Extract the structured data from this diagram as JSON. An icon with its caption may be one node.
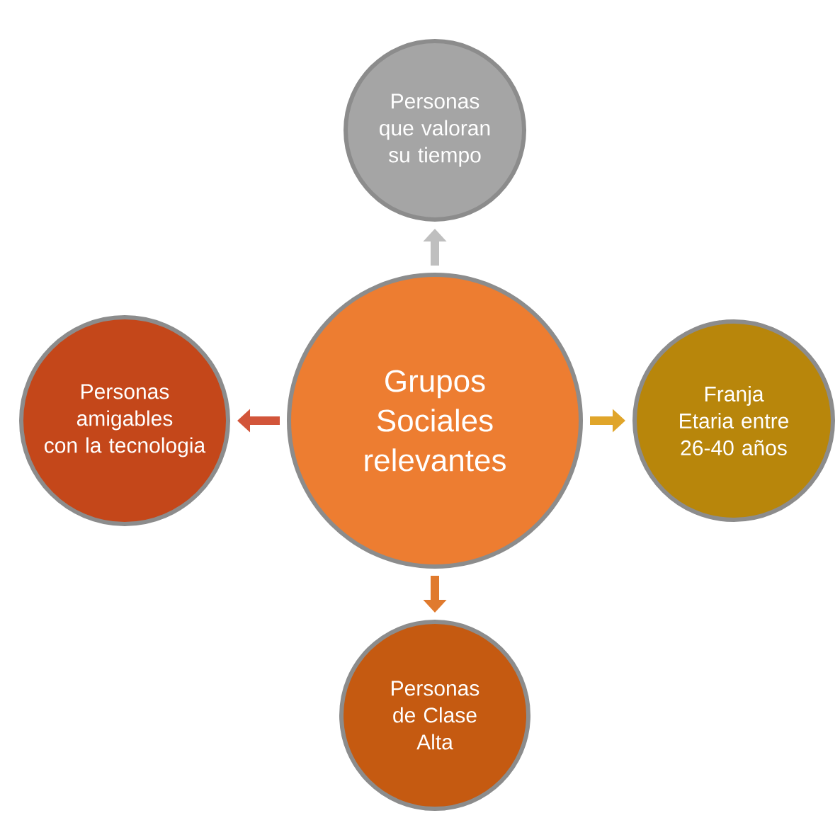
{
  "diagram": {
    "nodes": [
      {
        "text": [
          "Grupos Sociales relevantes"
        ]
      },
      {
        "text": [
          "Personas que valoran su tiempo"
        ]
      },
      {
        "text": [
          "Personas amigables con la tecnologia"
        ]
      },
      {
        "text": [
          "Franja Etaria entre 26-40 años"
        ]
      },
      {
        "text": [
          "Personas de Clase Alta"
        ]
      }
    ],
    "edges": [
      {
        "from": 0,
        "to": 1,
        "arrow": "to",
        "color": "#BFBFBF"
      },
      {
        "from": 0,
        "to": 2,
        "arrow": "to",
        "color": "#D2553A"
      },
      {
        "from": 0,
        "to": 3,
        "arrow": "to",
        "color": "#E0A52A"
      },
      {
        "from": 0,
        "to": 4,
        "arrow": "to",
        "color": "#E07A2E"
      }
    ]
  }
}
